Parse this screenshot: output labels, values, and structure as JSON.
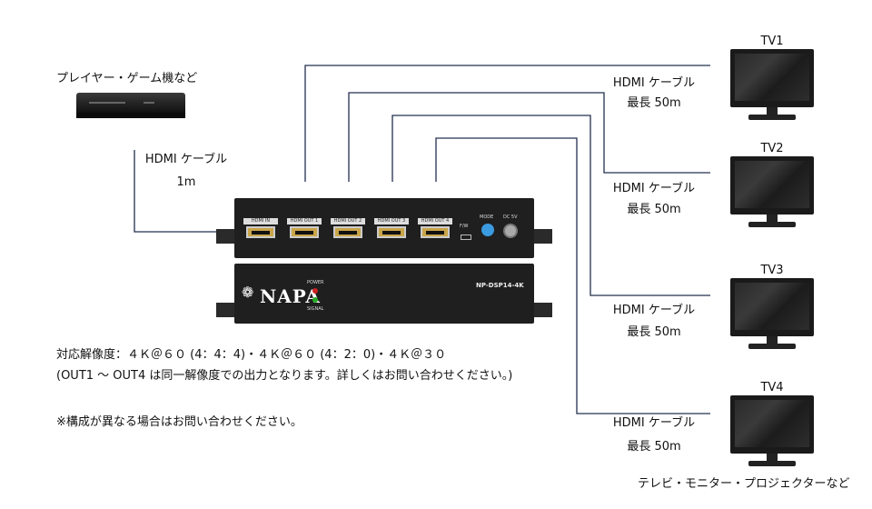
{
  "source": {
    "label": "プレイヤー・ゲーム機など"
  },
  "input_cable": {
    "title": "HDMI ケーブル",
    "length": "1m"
  },
  "outputs": [
    {
      "tv": "TV1",
      "cable": "HDMI ケーブル",
      "length": "最長 50m"
    },
    {
      "tv": "TV2",
      "cable": "HDMI ケーブル",
      "length": "最長 50m"
    },
    {
      "tv": "TV3",
      "cable": "HDMI ケーブル",
      "length": "最長 50m"
    },
    {
      "tv": "TV4",
      "cable": "HDMI ケーブル",
      "length": "最長 50m"
    }
  ],
  "device": {
    "ports": [
      "HDMI IN",
      "HDMI OUT 1",
      "HDMI OUT 2",
      "HDMI OUT 3",
      "HDMI OUT 4"
    ],
    "fw": "F/W",
    "mode": "MODE",
    "dc": "DC 5V",
    "brand": "NAPA",
    "model": "NP-DSP14-4K",
    "power": "POWER",
    "signal": "SIGNAL"
  },
  "notes": {
    "resolution": "対応解像度：４Ｋ＠６０ (4：4：4)・４Ｋ＠６０ (4：2：0)・４Ｋ＠３０",
    "output_note": "(OUT1 ～ OUT4 は同一解像度での出力となります。詳しくはお問い合わせください。)",
    "config_note": "※構成が異なる場合はお問い合わせください。",
    "tv_caption": "テレビ・モニター・プロジェクターなど"
  },
  "colors": {
    "wire": "#23304f",
    "screen": "#2b2b2b",
    "device": "#1f1f1f"
  }
}
